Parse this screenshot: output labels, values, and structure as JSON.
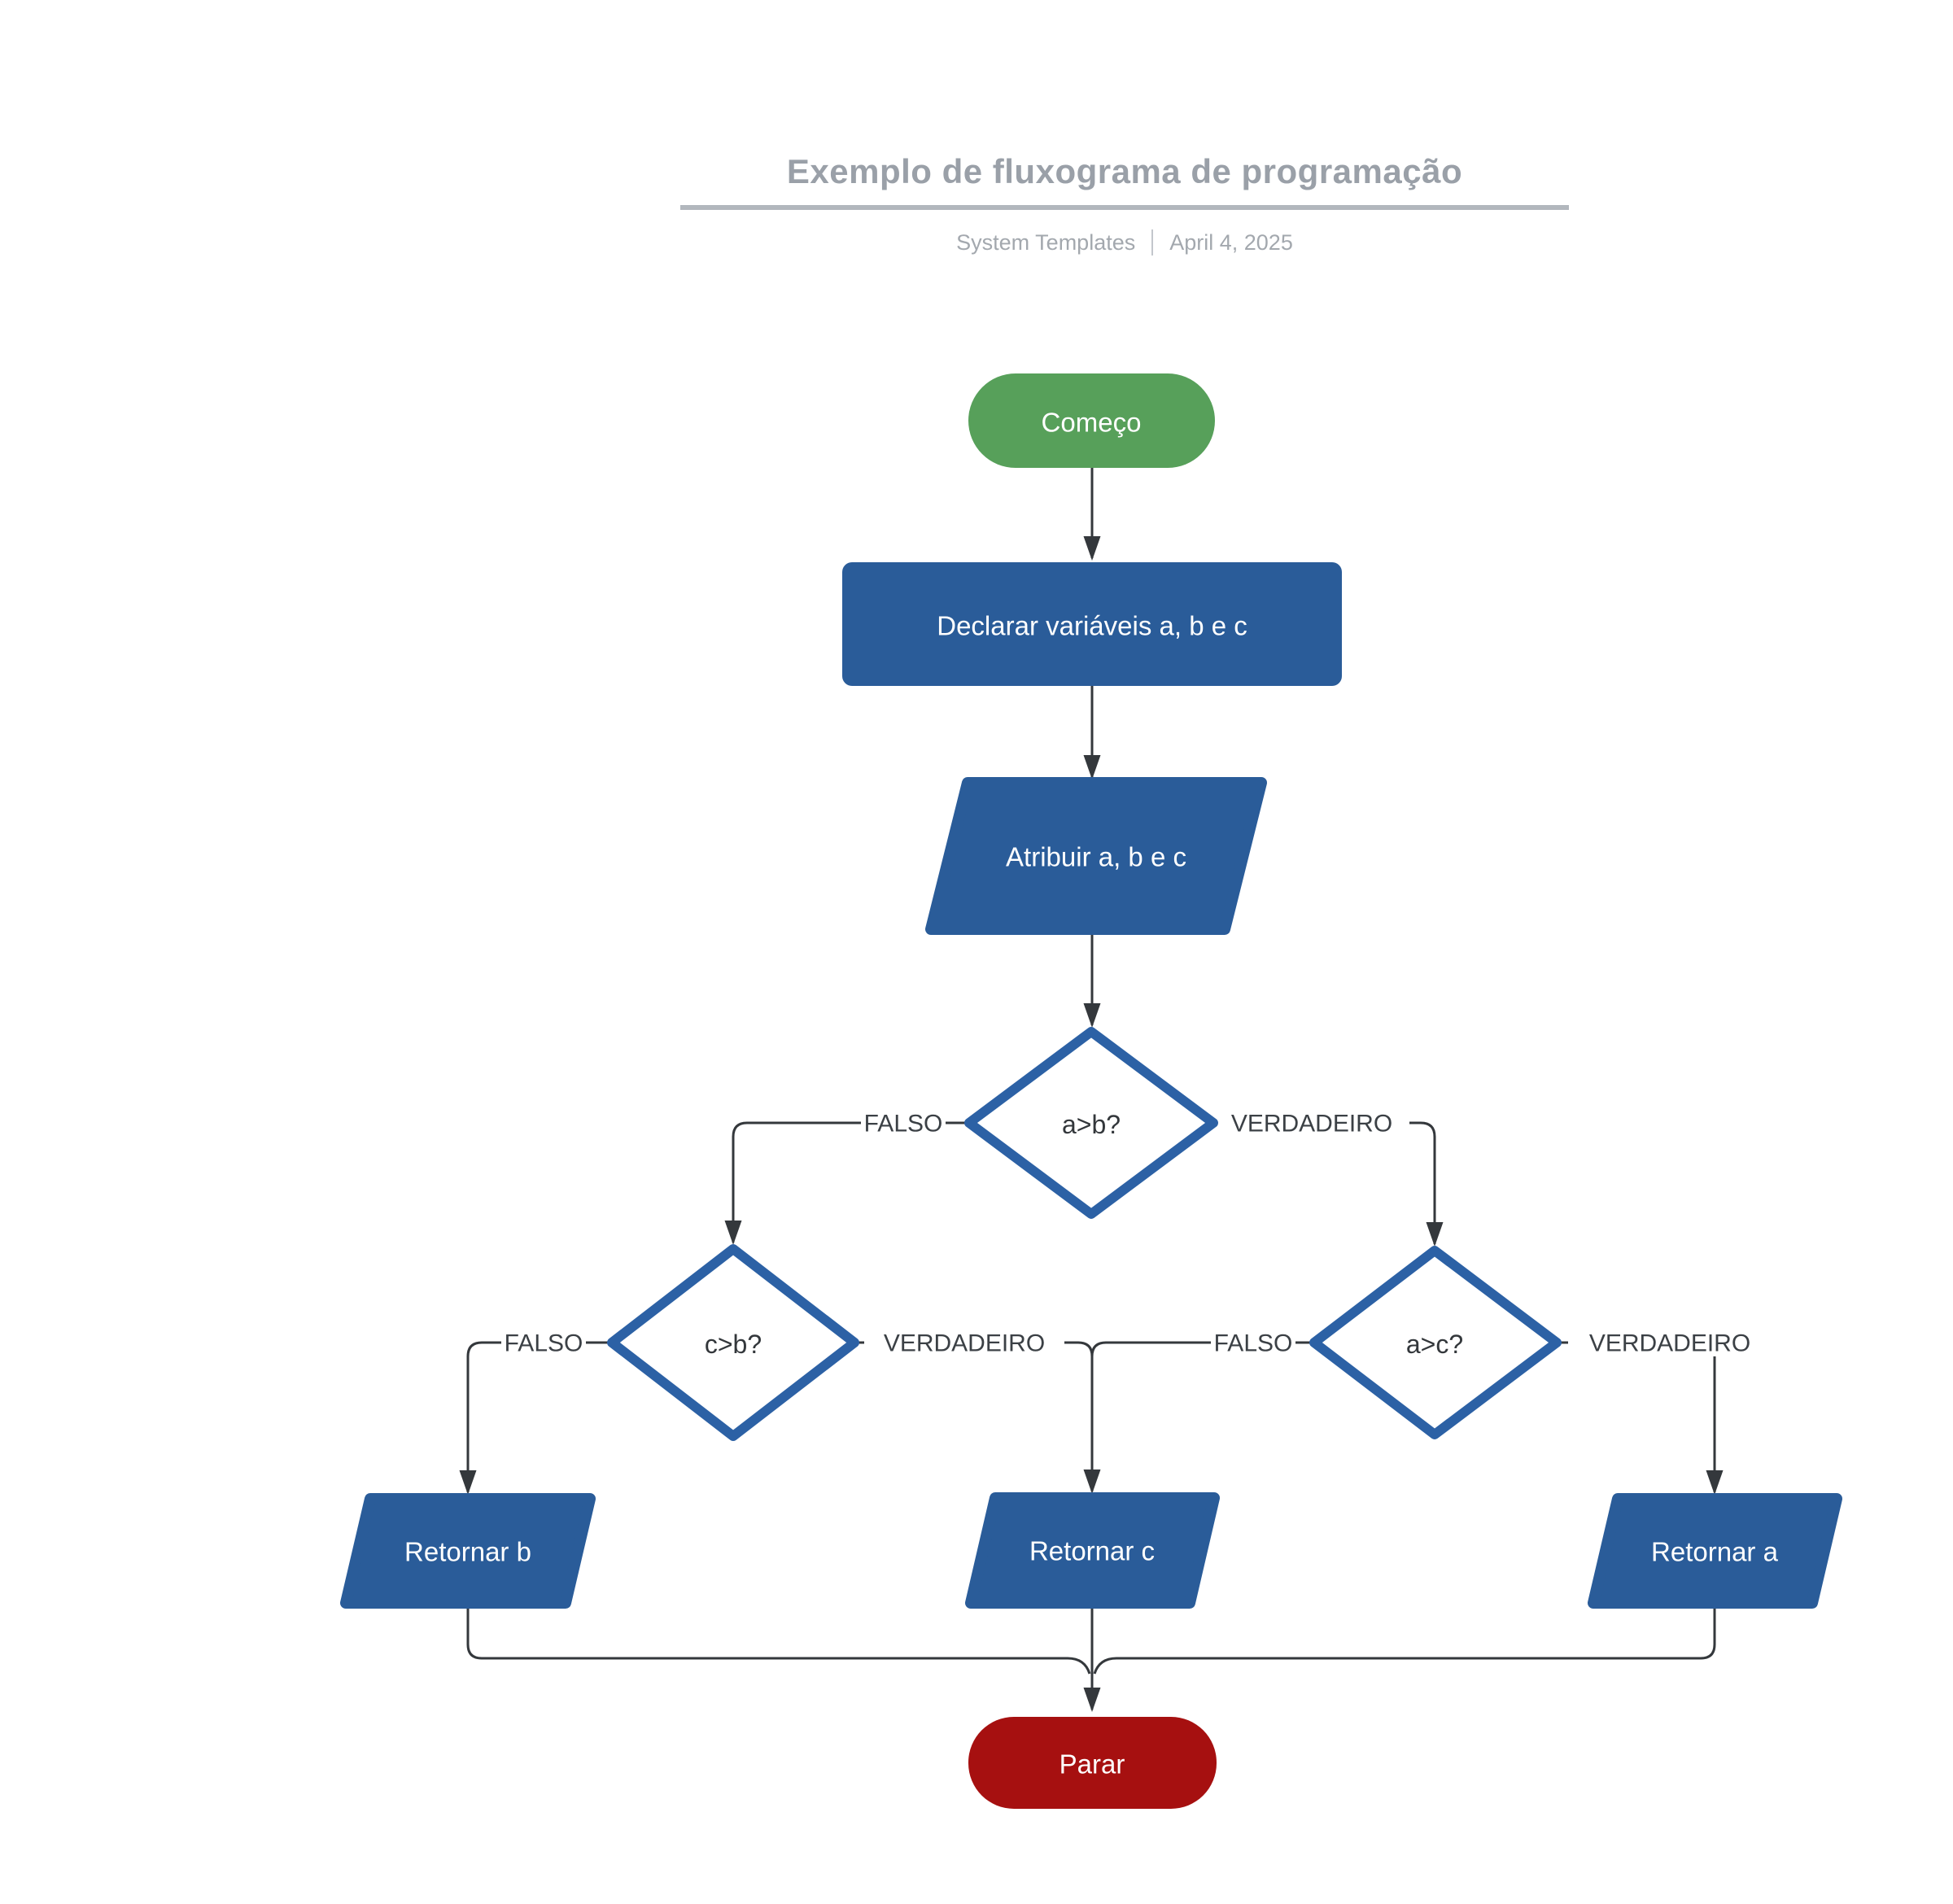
{
  "header": {
    "title": "Exemplo de fluxograma de programação",
    "source": "System Templates",
    "date": "April 4, 2025"
  },
  "nodes": {
    "start": {
      "label": "Começo",
      "type": "terminator"
    },
    "declare": {
      "label": "Declarar variáveis a, b e c",
      "type": "process"
    },
    "assign": {
      "label": "Atribuir a, b e c",
      "type": "input-output"
    },
    "decision_ab": {
      "label": "a>b?",
      "type": "decision"
    },
    "decision_cb": {
      "label": "c>b?",
      "type": "decision"
    },
    "decision_ac": {
      "label": "a>c?",
      "type": "decision"
    },
    "return_b": {
      "label": "Retornar b",
      "type": "input-output"
    },
    "return_c": {
      "label": "Retornar c",
      "type": "input-output"
    },
    "return_a": {
      "label": "Retornar a",
      "type": "input-output"
    },
    "stop": {
      "label": "Parar",
      "type": "terminator"
    }
  },
  "branch_labels": {
    "false_label": "FALSO",
    "true_label": "VERDADEIRO"
  },
  "colors": {
    "start_fill": "#57a05a",
    "process_fill": "#2a5c99",
    "decision_stroke": "#2c61a5",
    "stop_fill": "#a61010",
    "line": "#34383c",
    "label_text": "#3b4045",
    "diamond_text": "#33373b",
    "node_text": "#ffffff",
    "title_text": "#9aa0a8",
    "underline": "#b2b7bd",
    "subtitle_text": "#a3a8ae"
  }
}
